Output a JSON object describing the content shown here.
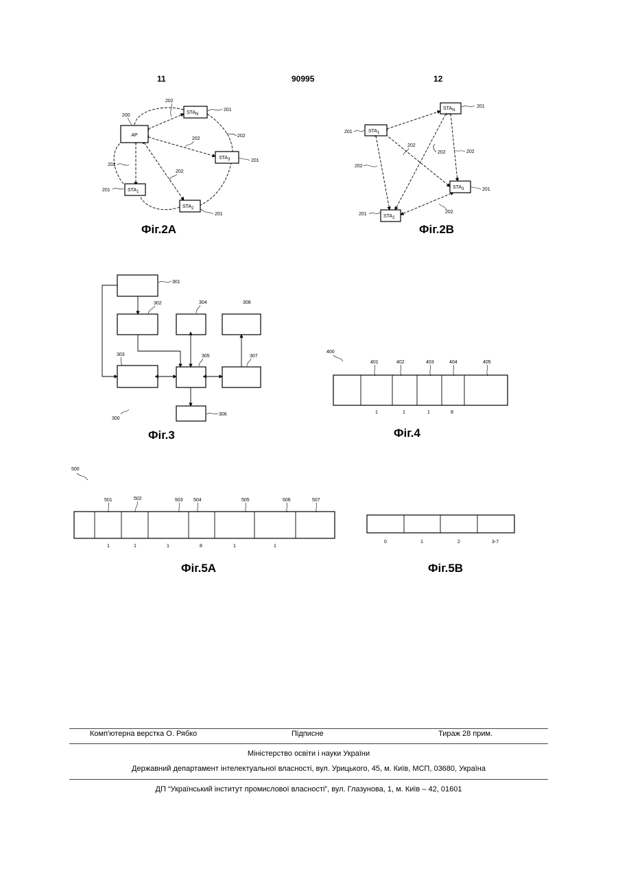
{
  "header": {
    "left_page": "11",
    "patent_no": "90995",
    "right_page": "12"
  },
  "fig2a": {
    "caption": "Фіг.2А",
    "ap": "AP",
    "ap_ref": "200",
    "sta_n": "STA",
    "sta_n_sub": "N",
    "sta_3": "STA",
    "sta_3_sub": "3",
    "sta_1": "STA",
    "sta_1_sub": "1",
    "sta_2": "STA",
    "sta_2_sub": "2",
    "ref_201": "201",
    "ref_202": "202"
  },
  "fig2b": {
    "caption": "Фіг.2В",
    "sta_n": "STA",
    "sta_n_sub": "N",
    "sta_1": "STA",
    "sta_1_sub": "1",
    "sta_3": "STA",
    "sta_3_sub": "3",
    "sta_2": "STA",
    "sta_2_sub": "2",
    "ref_201": "201",
    "ref_202": "202"
  },
  "fig3": {
    "caption": "Фіг.3",
    "refs": {
      "r300": "300",
      "r301": "301",
      "r302": "302",
      "r303": "303",
      "r304": "304",
      "r305": "305",
      "r306": "306",
      "r307": "307",
      "r308": "308"
    }
  },
  "fig4": {
    "caption": "Фіг.4",
    "ref": "400",
    "field_refs": [
      "401",
      "402",
      "403",
      "404",
      "405"
    ],
    "bit_sizes": [
      "1",
      "1",
      "1",
      "8"
    ]
  },
  "fig5a": {
    "caption": "Фіг.5А",
    "ref": "500",
    "field_refs": [
      "501",
      "502",
      "503",
      "504",
      "505",
      "506",
      "507"
    ],
    "bit_sizes": [
      "1",
      "1",
      "1",
      "8",
      "1",
      "1"
    ]
  },
  "fig5b": {
    "caption": "Фіг.5В",
    "bit_labels": [
      "0",
      "1",
      "2",
      "3-7"
    ]
  },
  "footer": {
    "typesetting": "Комп'ютерна верстка О. Рябко",
    "signed": "Підписне",
    "circulation": "Тираж 28 прим.",
    "ministry": "Міністерство освіти і науки України",
    "department": "Державний департамент інтелектуальної власності, вул. Урицького, 45, м. Київ, МСП, 03680, Україна",
    "institute": "ДП “Український інститут промислової власності”, вул. Глазунова, 1, м. Київ – 42, 01601"
  }
}
